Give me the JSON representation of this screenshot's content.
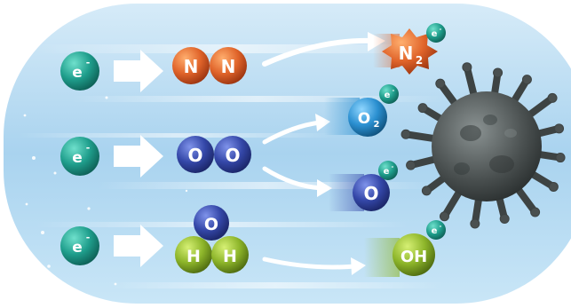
{
  "electron": {
    "symbol": "e",
    "charge": "-"
  },
  "nitrogen_pair": {
    "atoms": [
      "N",
      "N"
    ]
  },
  "oxygen_pair": {
    "atoms": [
      "O",
      "O"
    ]
  },
  "water": {
    "top": "O",
    "bottom": [
      "H",
      "H"
    ]
  },
  "products": {
    "n2": {
      "main": "N",
      "sub": "2"
    },
    "o2": {
      "main": "O",
      "sub": "2"
    },
    "o": {
      "main": "O"
    },
    "oh": {
      "main": "OH"
    }
  },
  "colors": {
    "electron": "#1f9e8c",
    "nitrogen": "#e0642a",
    "oxygen": "#3447a8",
    "o2_product": "#2a8fd0",
    "hydroxyl": "#8db52a",
    "virus": "#4a5050"
  }
}
